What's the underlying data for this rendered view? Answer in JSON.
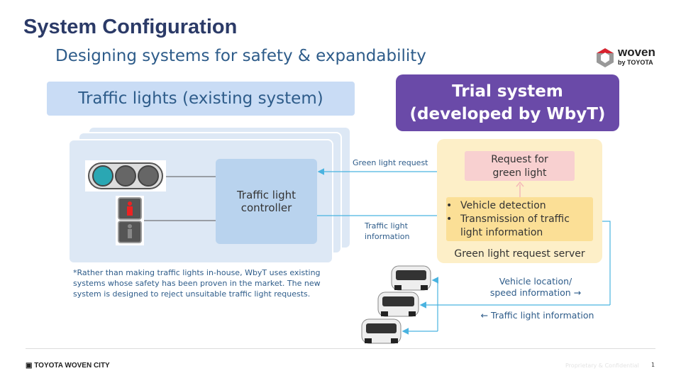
{
  "title": "System Configuration",
  "subtitle": "Designing systems for safety & expandability",
  "logo": {
    "word": "woven",
    "sub": "by TOYOTA"
  },
  "left_header": "Traffic lights (existing system)",
  "right_header": {
    "line1": "Trial system",
    "line2": "(developed by WbyT)"
  },
  "controller": {
    "line1": "Traffic light",
    "line2": "controller"
  },
  "note": "*Rather than making traffic lights in-house, WbyT uses existing systems whose safety has been proven in the market. The new system is designed to reject unsuitable traffic light requests.",
  "arrows": {
    "green_request": "Green light request",
    "tl_info_1": "Traffic light",
    "tl_info_2": "information",
    "vehicle_loc_1": "Vehicle location/",
    "vehicle_loc_2": "speed information →",
    "tl_info_back": "← Traffic light information"
  },
  "server": {
    "request_1": "Request for",
    "request_2": "green light",
    "bullets": [
      "Vehicle detection",
      "Transmission of traffic",
      "light information"
    ],
    "label": "Green light request server"
  },
  "footer": {
    "brand": "TOYOTA WOVEN CITY",
    "confidential": "Proprietary & Confidential",
    "page": "1"
  },
  "colors": {
    "title": "#2b3a67",
    "accent": "#2e5c8a",
    "purple": "#6a4aa8",
    "arrow": "#4ab3e0"
  }
}
